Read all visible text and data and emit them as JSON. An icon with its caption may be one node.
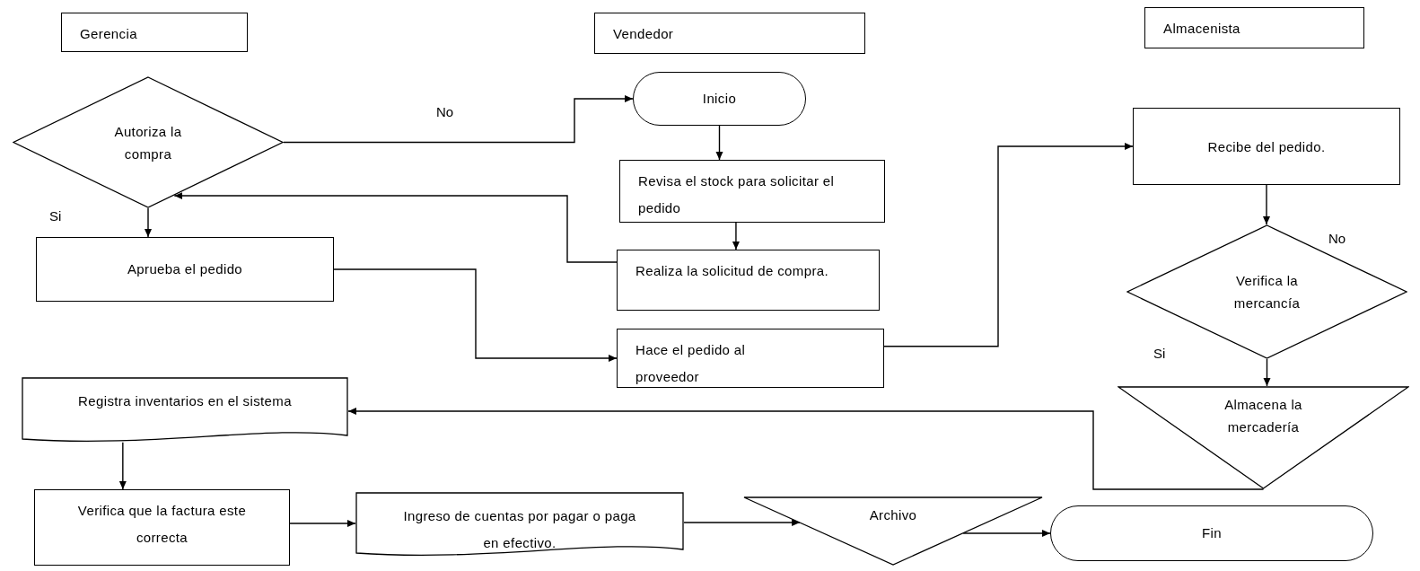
{
  "diagram": {
    "nodes": [
      {
        "text": [
          "Gerencia"
        ]
      },
      {
        "text": [
          "Vendedor"
        ]
      },
      {
        "text": [
          "Almacenista"
        ]
      },
      {
        "text": [
          "Autoriza la compra"
        ]
      },
      {
        "text": [
          "Inicio"
        ]
      },
      {
        "text": [
          "Revisa el stock para solicitar el pedido"
        ]
      },
      {
        "text": [
          "Aprueba el pedido"
        ]
      },
      {
        "text": [
          "Realiza la solicitud de compra."
        ]
      },
      {
        "text": [
          "Hace el pedido al proveedor"
        ]
      },
      {
        "text": [
          "Recibe del pedido."
        ]
      },
      {
        "text": [
          "Verifica la mercancía"
        ]
      },
      {
        "text": [
          "Almacena la mercadería"
        ]
      },
      {
        "text": [
          "Registra inventarios en el sistema"
        ]
      },
      {
        "text": [
          "Verifica que la factura este correcta"
        ]
      },
      {
        "text": [
          "Ingreso de cuentas por pagar o paga en efectivo."
        ]
      },
      {
        "text": [
          "Archivo"
        ]
      },
      {
        "text": [
          "Fin"
        ]
      }
    ],
    "edges": [
      {
        "from": 3,
        "to": 4,
        "arrow": "to",
        "label": "No"
      },
      {
        "from": 4,
        "to": 5,
        "arrow": "to"
      },
      {
        "from": 5,
        "to": 7,
        "arrow": "to"
      },
      {
        "from": 7,
        "to": 3,
        "arrow": "to"
      },
      {
        "from": 3,
        "to": 6,
        "arrow": "to"
      },
      {
        "from": 6,
        "to": 8,
        "arrow": "to"
      },
      {
        "from": 8,
        "to": 9,
        "arrow": "to"
      },
      {
        "from": 9,
        "to": 10,
        "arrow": "to"
      },
      {
        "from": 10,
        "to": 11,
        "arrow": "to"
      },
      {
        "from": 11,
        "to": 12,
        "arrow": "to"
      },
      {
        "from": 12,
        "to": 13,
        "arrow": "to"
      },
      {
        "from": 13,
        "to": 14,
        "arrow": "to"
      },
      {
        "from": 14,
        "to": 15,
        "arrow": "to"
      },
      {
        "from": 15,
        "to": 16,
        "arrow": "to"
      }
    ],
    "labels": [
      "Si",
      "No",
      "Si"
    ]
  }
}
